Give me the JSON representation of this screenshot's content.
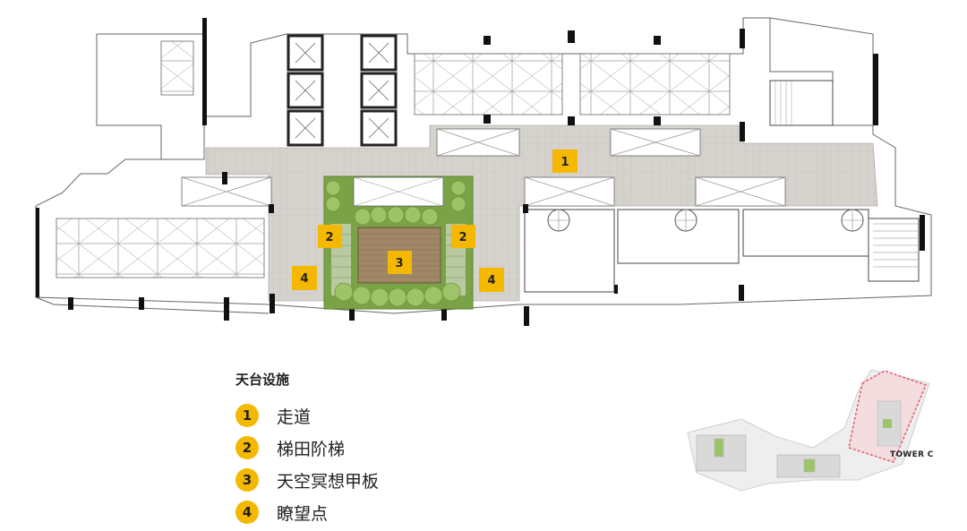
{
  "legend": {
    "title": "天台设施",
    "items": [
      {
        "num": "1",
        "label": "走道"
      },
      {
        "num": "2",
        "label": "梯田阶梯"
      },
      {
        "num": "3",
        "label": "天空冥想甲板"
      },
      {
        "num": "4",
        "label": "瞭望点"
      }
    ]
  },
  "plan_markers": [
    {
      "num": "1",
      "area": "walkway"
    },
    {
      "num": "2",
      "area": "terrace-steps-left"
    },
    {
      "num": "2",
      "area": "terrace-steps-right"
    },
    {
      "num": "3",
      "area": "meditation-deck"
    },
    {
      "num": "4",
      "area": "lookout-left"
    },
    {
      "num": "4",
      "area": "lookout-right"
    }
  ],
  "keyplan": {
    "tower_label": "TOWER C"
  },
  "colors": {
    "marker": "#f5b800",
    "walkway": "#d6d3cf",
    "garden": "#7aa246",
    "deck": "#a08866",
    "highlight": "#e05a6a"
  }
}
